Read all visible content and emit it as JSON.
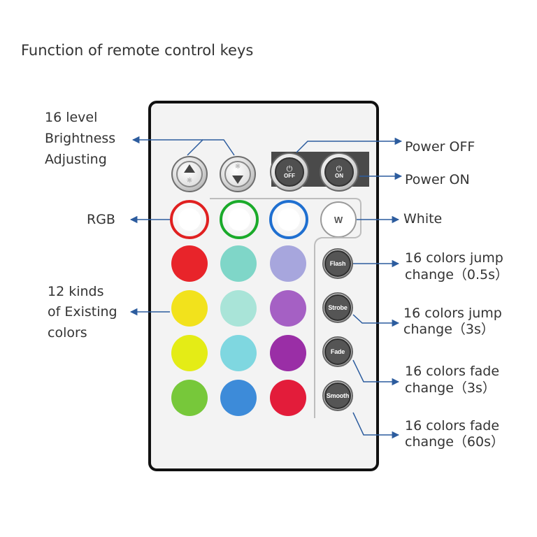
{
  "title": "Function of remote control keys",
  "labels": {
    "brightness_1": "16 level",
    "brightness_2": "Brightness",
    "brightness_3": "Adjusting",
    "power_off": "Power OFF",
    "power_on": "Power ON",
    "rgb": "RGB",
    "white": "White",
    "existing_1": "12 kinds",
    "existing_2": "of Existing",
    "existing_3": "colors",
    "flash_1": "16 colors jump",
    "flash_2": "change（0.5s）",
    "strobe_1": "16 colors jump",
    "strobe_2": "change（3s）",
    "fade_1": "16 colors fade",
    "fade_2": "change（3s）",
    "smooth_1": "16 colors fade",
    "smooth_2": "change（60s）"
  },
  "remote": {
    "power_off_label": "OFF",
    "power_on_label": "ON",
    "rgb_buttons": [
      "R",
      "G",
      "B"
    ],
    "white_button": "W",
    "mode_buttons": [
      "Flash",
      "Strobe",
      "Fade",
      "Smooth"
    ],
    "colors": {
      "red": "#e02020",
      "green": "#1aaa2a",
      "blue": "#1f6fd0",
      "swatches": [
        [
          "#e8242a",
          "#7fd6c8",
          "#a7a6dd"
        ],
        [
          "#f2e21c",
          "#a9e4d8",
          "#a560c4"
        ],
        [
          "#e4ec16",
          "#7fd7e0",
          "#9a2ea6"
        ],
        [
          "#77c83a",
          "#3d8bd9",
          "#e31c3a"
        ]
      ]
    }
  },
  "arrow_color": "#2c5c9e"
}
